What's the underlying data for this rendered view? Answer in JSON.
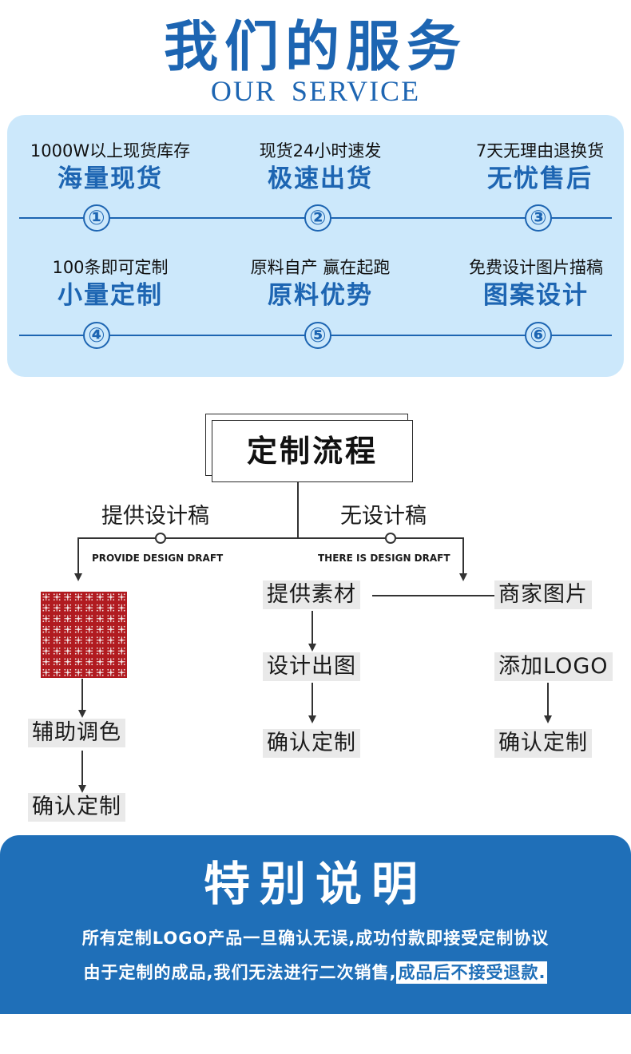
{
  "colors": {
    "brand_blue": "#1d65b2",
    "panel_bg": "#cce8fb",
    "pattern_red": "#b11b20",
    "note_bg": "#1f6fb8"
  },
  "header": {
    "title_cn": "我们的服务",
    "title_en": "OUR SERVICE"
  },
  "services": [
    {
      "sub": "1000W以上现货库存",
      "title": "海量现货",
      "num": "①"
    },
    {
      "sub": "现货24小时速发",
      "title": "极速出货",
      "num": "②"
    },
    {
      "sub": "7天无理由退换货",
      "title": "无忧售后",
      "num": "③"
    },
    {
      "sub": "100条即可定制",
      "title": "小量定制",
      "num": "④"
    },
    {
      "sub": "原料自产  赢在起跑",
      "title": "原料优势",
      "num": "⑤"
    },
    {
      "sub": "免费设计图片描稿",
      "title": "图案设计",
      "num": "⑥"
    }
  ],
  "process": {
    "title": "定制流程",
    "left_branch": "提供设计稿",
    "left_branch_en": "PROVIDE DESIGN DRAFT",
    "right_branch": "无设计稿",
    "right_branch_en": "THERE IS DESIGN DRAFT",
    "left_steps": [
      "辅助调色",
      "确认定制"
    ],
    "mid_steps": [
      "提供素材",
      "设计出图",
      "确认定制"
    ],
    "right_steps": [
      "商家图片",
      "添加LOGO",
      "确认定制"
    ]
  },
  "note": {
    "title": "特别说明",
    "line1": "所有定制LOGO产品一旦确认无误,成功付款即接受定制协议",
    "line2_plain": "由于定制的成品,我们无法进行二次销售,",
    "line2_highlight": "成品后不接受退款."
  }
}
